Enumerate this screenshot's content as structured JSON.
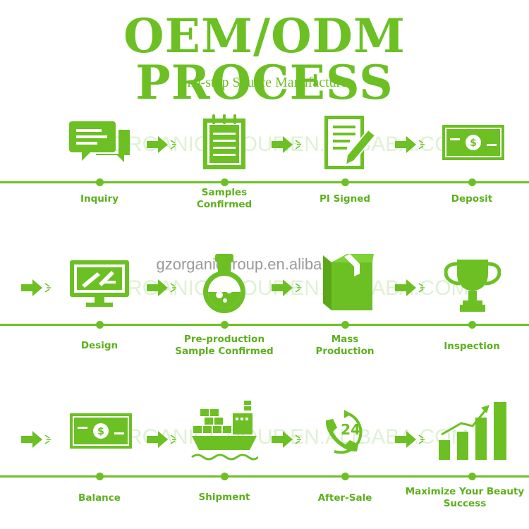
{
  "title": "OEM/ODM PROCESS",
  "subtitle": "One-stop Source Manufacturer",
  "watermark_text": "gzorganicgroup.en.alibaba.com",
  "watermark_faint": "GZORGANICGROUP.EN.ALIBABA.COM",
  "rows": [
    {
      "steps": [
        {
          "label": "Inquiry",
          "icon": "chat-bubbles-icon"
        },
        {
          "label": "Samples Confirmed",
          "icon": "clipboard-icon"
        },
        {
          "label": "PI Signed",
          "icon": "document-signing-icon"
        },
        {
          "label": "Deposit",
          "icon": "banknote-icon"
        }
      ]
    },
    {
      "steps": [
        {
          "label": "Design",
          "icon": "monitor-design-icon"
        },
        {
          "label": "Pre-production Sample Confirmed",
          "icon": "flask-icon"
        },
        {
          "label": "Mass Production",
          "icon": "box-icon"
        },
        {
          "label": "Inspection",
          "icon": "trophy-icon"
        }
      ]
    },
    {
      "steps": [
        {
          "label": "Balance",
          "icon": "banknote-icon"
        },
        {
          "label": "Shipment",
          "icon": "cargo-ship-icon"
        },
        {
          "label": "After-Sale",
          "icon": "phone-24-icon"
        },
        {
          "label": "Maximize Your Beauty Success",
          "icon": "growth-chart-icon"
        }
      ]
    }
  ],
  "colors": {
    "accent": "#6cc024",
    "label": "#5cb01c"
  },
  "icon_texts": {
    "dollar": "$",
    "hours": "24"
  }
}
